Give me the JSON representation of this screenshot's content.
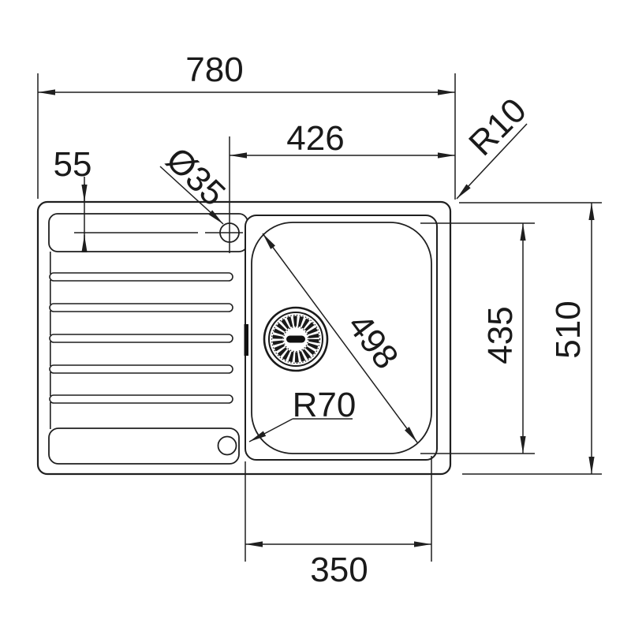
{
  "diagram": {
    "title": "sink-technical-drawing-top-view",
    "units": "mm",
    "labels": {
      "overall_width": "780",
      "tap_to_right_edge": "426",
      "edge_to_tap_centerline": "55",
      "tap_hole_diameter": "Ø35",
      "rim_corner_radius": "R10",
      "bowl_inner_height": "435",
      "overall_depth": "510",
      "bowl_diagonal": "498",
      "bowl_corner_radius": "R70",
      "bowl_width": "350"
    },
    "colors": {
      "line": "#1f1f1f",
      "text": "#1a1a1a",
      "background": "#ffffff"
    }
  }
}
